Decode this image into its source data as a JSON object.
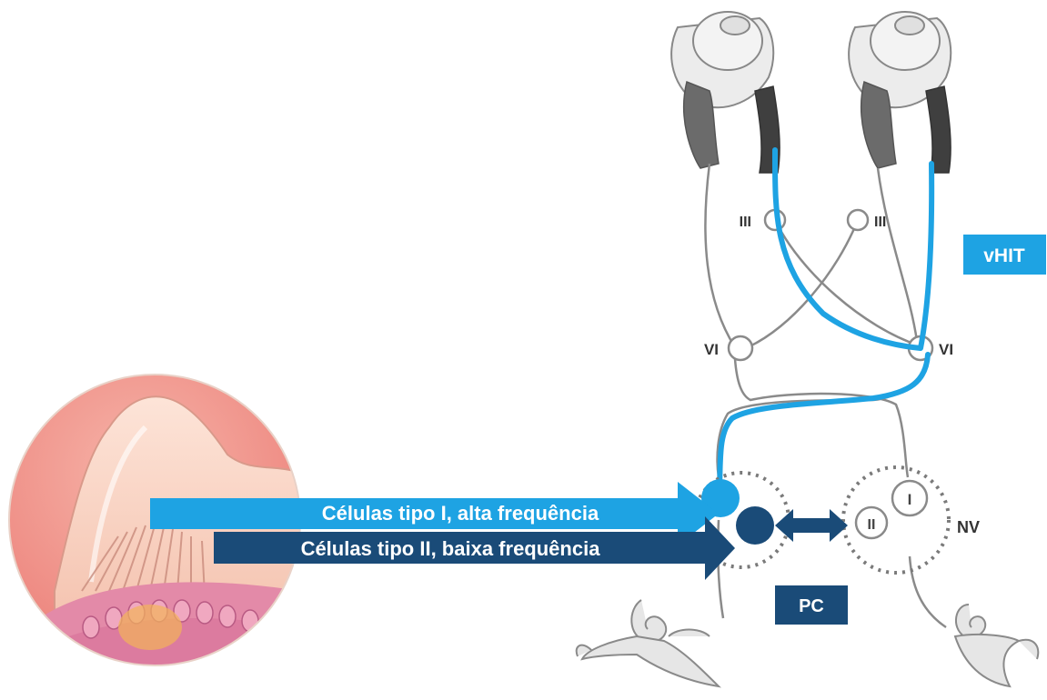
{
  "labels": {
    "vhit": "vHIT",
    "pc": "PC",
    "nv": "NV",
    "nucleus_i": "I",
    "nucleus_ii": "II",
    "cn3_left": "III",
    "cn3_right": "III",
    "cn6_left": "VI",
    "cn6_right": "VI"
  },
  "arrows": {
    "type1": "Células tipo I, alta frequência",
    "type2": "Células tipo II, baixa frequência"
  },
  "colors": {
    "light_blue": "#1ea3e3",
    "dark_blue": "#1a4b78",
    "gray_line": "#8a8a8a",
    "pink_tissue": "#ef8f86"
  }
}
